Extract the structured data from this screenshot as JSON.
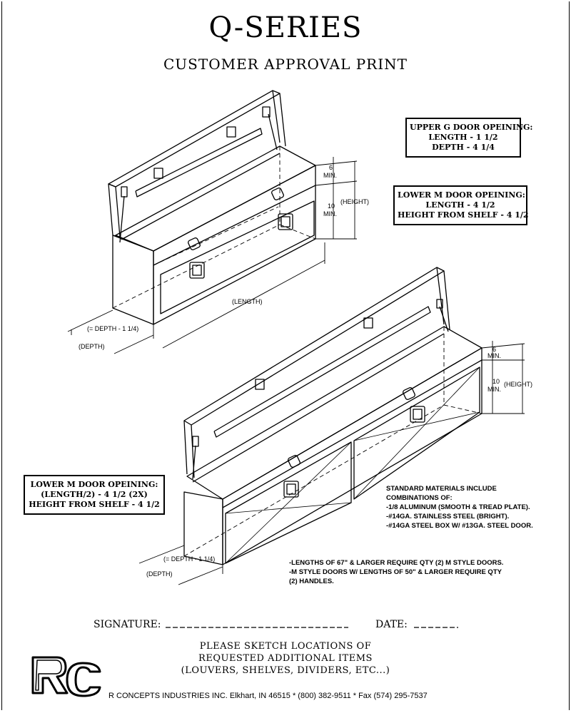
{
  "header": {
    "title": "Q-SERIES",
    "subtitle": "CUSTOMER APPROVAL PRINT"
  },
  "upper_box": {
    "upper_g_note": [
      "UPPER G DOOR OPEINING:",
      "LENGTH - 1 1/2",
      "DEPTH - 4 1/4"
    ],
    "lower_m_note": [
      "LOWER M DOOR OPEINING:",
      "LENGTH - 4 1/2",
      "HEIGHT FROM SHELF - 4 1/2"
    ],
    "dims": {
      "min6": "6",
      "min6_unit": "MIN.",
      "min10": "10",
      "min10_unit": "MIN.",
      "height": "(HEIGHT)",
      "length": "(LENGTH)",
      "depth_calc": "(= DEPTH - 1 1/4)",
      "depth": "(DEPTH)"
    }
  },
  "lower_box": {
    "lower_m_note": [
      "LOWER M DOOR OPEINING:",
      "(LENGTH/2) - 4 1/2 (2X)",
      "HEIGHT FROM SHELF - 4 1/2"
    ],
    "dims": {
      "min6": "6",
      "min6_unit": "MIN.",
      "min10": "10",
      "min10_unit": "MIN.",
      "height": "(HEIGHT)",
      "depth_calc": "(= DEPTH - 1 1/4)",
      "depth": "(DEPTH)"
    }
  },
  "materials": [
    "STANDARD MATERIALS INCLUDE",
    "COMBINATIONS OF:",
    "-1/8 ALUMINUM (SMOOTH & TREAD PLATE).",
    "-#14GA. STAINLESS STEEL (BRIGHT).",
    "-#14GA STEEL BOX W/ #13GA. STEEL DOOR."
  ],
  "door_notes": [
    "-LENGTHS OF 67\" & LARGER REQUIRE QTY (2) M STYLE DOORS.",
    "-M STYLE DOORS W/ LENGTHS OF 50\" & LARGER REQUIRE QTY",
    "(2) HANDLES."
  ],
  "signature": {
    "label": "SIGNATURE:",
    "date_label": "DATE:"
  },
  "sketch_note": [
    "PLEASE SKETCH LOCATIONS OF",
    "REQUESTED ADDITIONAL ITEMS",
    "(LOUVERS, SHELVES, DIVIDERS, ETC...)"
  ],
  "footer": {
    "logo_text": "RC",
    "company": "R CONCEPTS INDUSTRIES INC. Elkhart, IN 46515 * (800) 382-9511 * Fax (574) 295-7537"
  }
}
